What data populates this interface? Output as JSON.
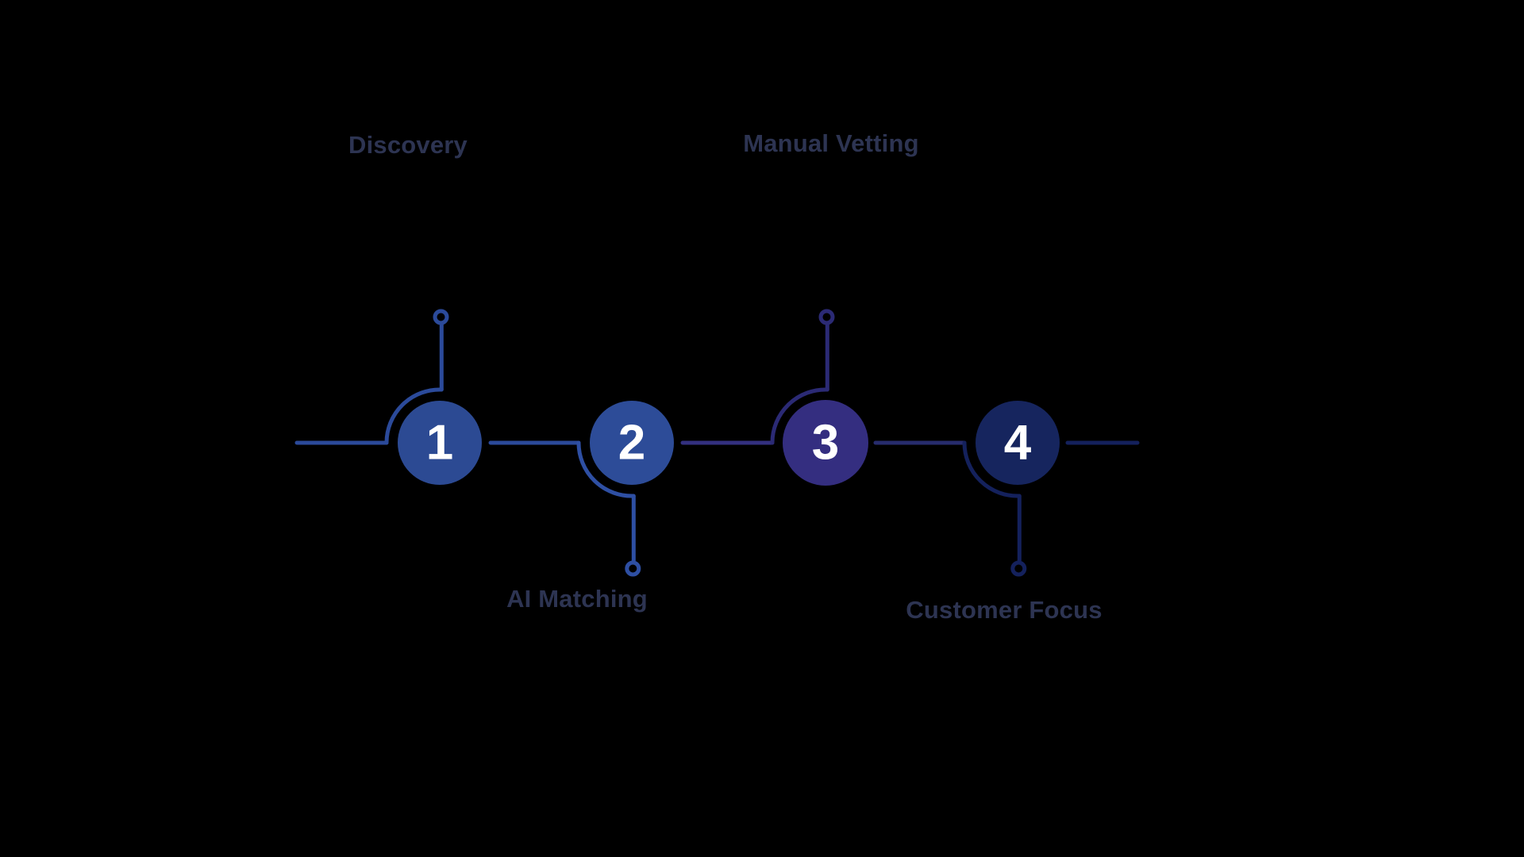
{
  "background": "#000000",
  "number_color": "#FFFFFF",
  "label_color": "#2D3452",
  "timeline": {
    "segments": [
      {
        "name": "segment-left-lead",
        "color": "#2B4A9A"
      },
      {
        "name": "segment-between-1-2",
        "color": "#2B4A9A"
      },
      {
        "name": "segment-between-2-3",
        "color": "#33307F"
      },
      {
        "name": "segment-between-3-4",
        "color": "#272C6D"
      },
      {
        "name": "segment-right-lead",
        "color": "#14215C"
      }
    ]
  },
  "steps": [
    {
      "number": "1",
      "label": "Discovery",
      "label_position": "top",
      "circle_color": "#2C4A93",
      "connector_color": "#2B4A9A"
    },
    {
      "number": "2",
      "label": "AI Matching",
      "label_position": "bottom",
      "circle_color": "#2D4C98",
      "connector_color": "#2E4FA3"
    },
    {
      "number": "3",
      "label": "Manual Vetting",
      "label_position": "top",
      "circle_color": "#342E80",
      "connector_color": "#2B2A75"
    },
    {
      "number": "4",
      "label": "Customer Focus",
      "label_position": "bottom",
      "circle_color": "#16255E",
      "connector_color": "#14215C"
    }
  ]
}
